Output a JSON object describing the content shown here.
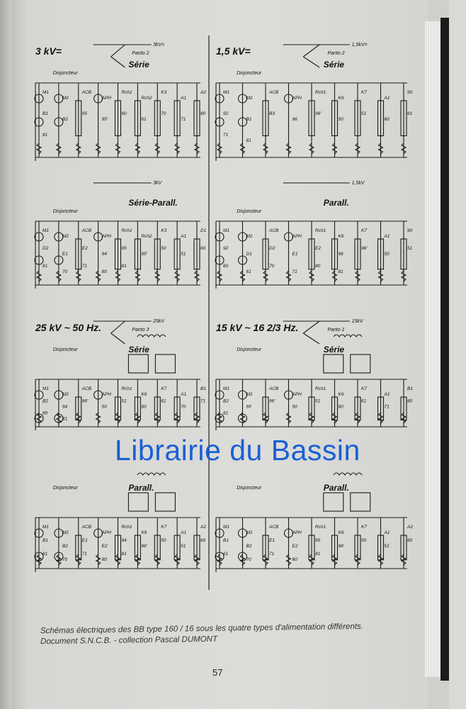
{
  "panels": [
    {
      "id": "3kv-serie",
      "heading": "3 kV=",
      "line_label": "3kV=",
      "panto": "Panto 2",
      "breaker": "Disjoncteur",
      "mode": "Série",
      "components": [
        "M1",
        "M2",
        "ACB",
        "APH",
        "Rch1",
        "Rch2",
        "K3",
        "A1",
        "A2",
        "B1",
        "B2",
        "95",
        "95'",
        "60",
        "61",
        "70",
        "71",
        "80",
        "81"
      ]
    },
    {
      "id": "1.5kv-serie",
      "heading": "1,5 kV=",
      "line_label": "1,5kV=",
      "panto": "Panto 2",
      "breaker": "Disjoncteur",
      "mode": "Série",
      "components": [
        "M1",
        "M2",
        "ACB",
        "APH",
        "Rch1",
        "K6",
        "K7",
        "A1",
        "90",
        "92",
        "B1",
        "B3",
        "96",
        "96'",
        "50",
        "51",
        "60",
        "61",
        "71",
        "81"
      ]
    },
    {
      "id": "3kv-serie-parall",
      "heading": "",
      "line_label": "3kV",
      "panto": "",
      "breaker": "Disjoncteur",
      "mode": "Série-Parall.",
      "components": [
        "M1",
        "M2",
        "ACB",
        "APH",
        "Rch1",
        "Rch2",
        "K3",
        "A1",
        "D1",
        "D2",
        "E1",
        "E2",
        "94",
        "95",
        "95'",
        "50",
        "51",
        "60",
        "61",
        "70",
        "71",
        "80",
        "81"
      ]
    },
    {
      "id": "1.5kv-parall",
      "heading": "",
      "line_label": "1,5kV",
      "panto": "",
      "breaker": "Disjoncteur",
      "mode": "Parall.",
      "components": [
        "M1",
        "M2",
        "ACB",
        "APH",
        "Rch1",
        "K6",
        "K7",
        "A1",
        "90",
        "92",
        "D1",
        "D2",
        "E1",
        "E2",
        "96",
        "96'",
        "50",
        "51",
        "60",
        "61",
        "70",
        "71",
        "80",
        "81"
      ]
    },
    {
      "id": "25kv-serie",
      "heading": "25 kV ~ 50 Hz.",
      "line_label": "25kV",
      "panto": "Panto 3",
      "breaker": "Disjoncteur",
      "mode": "Série",
      "components": [
        "M1",
        "M2",
        "ACB",
        "APH",
        "Rch1",
        "K6",
        "K7",
        "A1",
        "B1",
        "B2",
        "94",
        "96'",
        "50",
        "51",
        "60",
        "61",
        "70",
        "71",
        "80",
        "81"
      ]
    },
    {
      "id": "15kv-serie",
      "heading": "15 kV ~ 16 2/3 Hz.",
      "line_label": "15kV",
      "panto": "Panto 1",
      "breaker": "Disjoncteur",
      "mode": "Série",
      "components": [
        "M1",
        "M2",
        "ACB",
        "APH",
        "Rch1",
        "K6",
        "K7",
        "A1",
        "B1",
        "B2",
        "95",
        "96'",
        "50",
        "51",
        "60",
        "61",
        "71",
        "80",
        "81"
      ]
    },
    {
      "id": "25kv-parall",
      "heading": "",
      "line_label": "25kV",
      "panto": "",
      "breaker": "Disjoncteur",
      "mode": "Parall.",
      "components": [
        "M1",
        "M2",
        "ACB",
        "APH",
        "Rch1",
        "K6",
        "K7",
        "A1",
        "A2",
        "B1",
        "B2",
        "E1",
        "E2",
        "94",
        "96'",
        "50",
        "51",
        "60",
        "61",
        "70",
        "71",
        "80",
        "81"
      ]
    },
    {
      "id": "15kv-parall",
      "heading": "",
      "line_label": "15kV",
      "panto": "",
      "breaker": "Disjoncteur",
      "mode": "Parall.",
      "components": [
        "M1",
        "M2",
        "ACB",
        "APH",
        "Rch1",
        "K6",
        "K7",
        "A1",
        "A2",
        "B1",
        "B2",
        "E1",
        "E2",
        "95",
        "96'",
        "50",
        "51",
        "60",
        "61",
        "70",
        "71",
        "80",
        "81"
      ]
    }
  ],
  "caption_line1": "Schémas électriques des BB type 160 / 16 sous les quatre types d'alimentation différents.",
  "caption_line2": "Document S.N.C.B. - collection Pascal DUMONT",
  "page_number": "57",
  "watermark": "Librairie du Bassin",
  "watermark_color": "#1a5fd6"
}
